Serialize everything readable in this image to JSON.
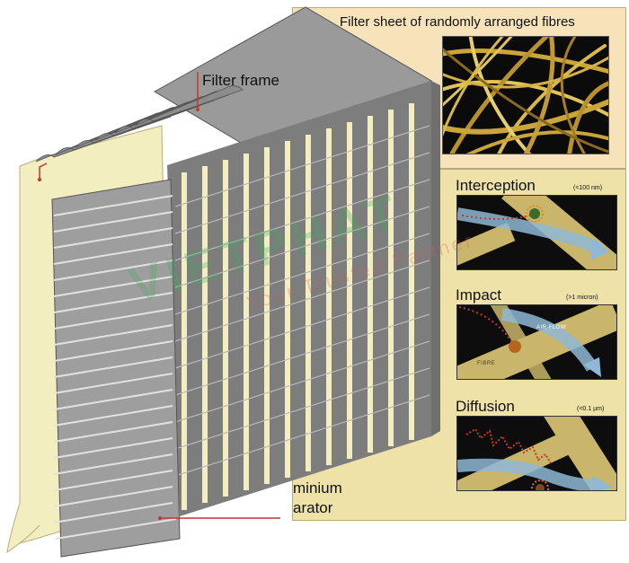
{
  "labels": {
    "filter_frame": "Filter frame",
    "filter_sheet": "Filter sheet of randomly arranged fibres",
    "separator_line1": "minium",
    "separator_line2": "arator"
  },
  "mechanisms": [
    {
      "name": "Interception",
      "size": "(<100 nm)"
    },
    {
      "name": "Impact",
      "size": "(>1 micron)"
    },
    {
      "name": "Diffusion",
      "size": "(<0.1 µm)"
    }
  ],
  "micro_tags": {
    "air_flow": "AIR FLOW",
    "fibre": "FIBRE"
  },
  "watermark": {
    "brand": "VIETPHAT",
    "tagline": "Your Trusted Partner"
  },
  "colors": {
    "frame_gray": "#8a8a8a",
    "pleat_cream": "#f3eec0",
    "fibre_gold": "#c9a53a",
    "airflow_blue": "#8fb8d6",
    "particle_red": "#c0392b",
    "panel_top": "#f6e3ba",
    "panel_bottom": "#eee2a8"
  }
}
